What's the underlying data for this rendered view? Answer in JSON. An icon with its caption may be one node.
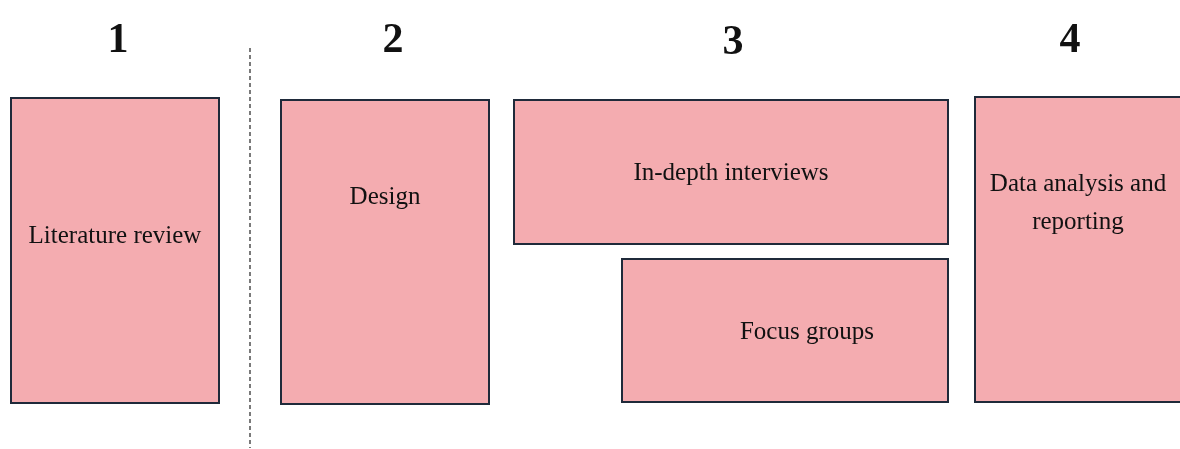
{
  "diagram": {
    "nodes": [
      {
        "text": [
          "Literature review"
        ]
      },
      {
        "text": [
          "Design"
        ]
      },
      {
        "text": [
          "In-depth interviews"
        ]
      },
      {
        "text": [
          "Focus groups"
        ]
      },
      {
        "text": [
          "Data analysis and reporting"
        ]
      }
    ],
    "labels": [
      "1",
      "2",
      "3",
      "4"
    ]
  }
}
